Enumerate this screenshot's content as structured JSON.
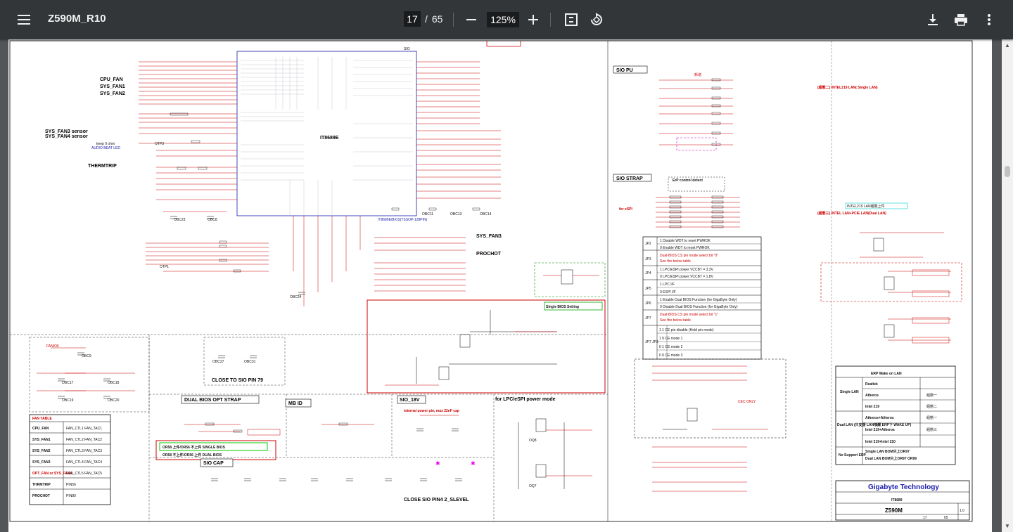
{
  "toolbar": {
    "menu_icon": "hamburger-menu-icon",
    "doc_title": "Z590M_R10",
    "current_page": "17",
    "page_separator": "/",
    "total_pages": "65",
    "zoom_out_icon": "minus-icon",
    "zoom_level": "125%",
    "zoom_in_icon": "plus-icon",
    "fit_icon": "fit-to-page-icon",
    "rotate_icon": "rotate-icon",
    "download_icon": "download-icon",
    "print_icon": "print-icon",
    "more_icon": "more-vert-icon"
  },
  "colors": {
    "toolbar": "#323639",
    "viewer_bg": "#525659",
    "wire_red": "#cc0000",
    "wire_blue": "#1a1aaa"
  },
  "schematic": {
    "chip_name": "IT8689E",
    "sio_label": "SIO",
    "chip_part": "IT8689E/BX/S(TSSOP-128PIN)",
    "fan_labels": [
      "CPU_FAN",
      "SYS_FAN1",
      "SYS_FAN2"
    ],
    "sensor_labels": [
      "SYS_FAN3 sensor",
      "SYS_FAN4 sensor"
    ],
    "thermtrip": "THERMTRIP",
    "keep_note": "keep 0 ohm",
    "audio_beat": "AUDIO BEAT LED",
    "sio_pu": "SIO PU",
    "new_add": "新增",
    "sio_strap": "SIO STRAP",
    "erp_detect": "ErP control detect",
    "for_espi": "for eSPI",
    "sys_fan3": "SYS_FAN3",
    "prochot": "PROCHOT",
    "single_bios": "Single BIOS Setting",
    "close_to_sio": "CLOSE TO SIO PIN 79",
    "dual_bios": "DUAL BIOS OPT STRAP",
    "mb_id": "MB ID",
    "sio_18v": "SIO_18V",
    "internal_power": "internal power pin, max 22nF cap",
    "lpc_espi_power": "for LPC/eSPI power mode",
    "cec_only": "CEC ONLY",
    "sio_cap": "SIO CAP",
    "close_sio_pin4": "CLOSE SIO PIN4 2_SLEVEL",
    "or58_single": "OR58 上件/OR56 不上件 SINGLE BIOS",
    "or58_dual": "OR58 不上件/OR56 上件 DUAL BIOS",
    "intel_lan_single": "(組態二) INTEL219 LAN( Single LAN)",
    "intel_lan_dual": "(組態三) INTEL LAN+PCIE LAN(Dual LAN)",
    "intel219_lan": "INTEL219 LAN組態上件"
  },
  "fan_table": {
    "title": "FAN TABLE",
    "rows": [
      {
        "name": "CPU_FAN",
        "pins": "FAN_CTL1 FAN_TAC1"
      },
      {
        "name": "SYS_FAN1",
        "pins": "FAN_CTL2 FAN_TAC2"
      },
      {
        "name": "SYS_FAN2",
        "pins": "FAN_CTL3 FAN_TAC3"
      },
      {
        "name": "SYS_FAN3",
        "pins": "FAN_CTL4 FAN_TAC4"
      },
      {
        "name": "OPT_FAN or SYS_FAN4",
        "pins": "FAN_CTL5 FAN_TAC5"
      },
      {
        "name": "THRMTRIP",
        "pins": "PIN56"
      },
      {
        "name": "PROCHOT",
        "pins": "PIN89"
      }
    ]
  },
  "jp_table": {
    "rows": [
      {
        "jp": "JP2",
        "desc": [
          "1 Disable WDT to reset PWROK",
          "0 Enable WDT to reset PWROK"
        ]
      },
      {
        "jp": "JP3",
        "desc": [
          "Dual-BIOS CS pin mode select bit \"0\"",
          "See the below table"
        ]
      },
      {
        "jp": "JP4",
        "desc": [
          "1 LPC/ESPI power VCCBT = 3.3V",
          "0 LPC/ESPI power VCCBT = 1.8V"
        ]
      },
      {
        "jp": "JP5",
        "desc": [
          "1 LPC I/F",
          "0 ESPI I/F"
        ]
      },
      {
        "jp": "JP6",
        "desc": [
          "1 Enable Dual BIOS Function (for GigaByte Only)",
          "0 Disable Dual BIOS Function (for GigaByte Only)"
        ]
      },
      {
        "jp": "JP7",
        "desc": [
          "Dual-BIOS CS pin mode select bit \"1\"",
          "See the below table"
        ]
      },
      {
        "jp": "JP7 JP3",
        "desc": [
          "1 1 CE pin disable (Hold pin mode)",
          "1 0 CE mode 1",
          "0 1 CE mode 2",
          "0 0 CE mode 3"
        ]
      }
    ]
  },
  "erp_table": {
    "title": "ERP Wake on LAN",
    "rows": [
      {
        "group": "Single LAN",
        "item": "Realtek",
        "state": ""
      },
      {
        "group": "",
        "item": "Atheros",
        "state": "組態一"
      },
      {
        "group": "",
        "item": "Intel 219",
        "state": "組態二"
      },
      {
        "group": "Dual LAN (只支援 LAN喚醒 ERP下 WAKE UP)",
        "item": "Atheros+Atheros",
        "state": "組態一"
      },
      {
        "group": "",
        "item": "Intel 219+Atheros",
        "state": "組態三"
      },
      {
        "group": "",
        "item": "Intel 219+Intel 210",
        "state": ""
      },
      {
        "group": "No Support ERP",
        "item": "Single LAN BOM只上OR97",
        "state": ""
      },
      {
        "group": "",
        "item": "Dual LAN BOM只上OR97 OR99",
        "state": ""
      }
    ]
  },
  "title_block": {
    "company": "Gigabyte Technology",
    "title": "IT8689",
    "doc_number": "Z590M",
    "rev": "1.0",
    "sheet": "17",
    "of": "65"
  }
}
